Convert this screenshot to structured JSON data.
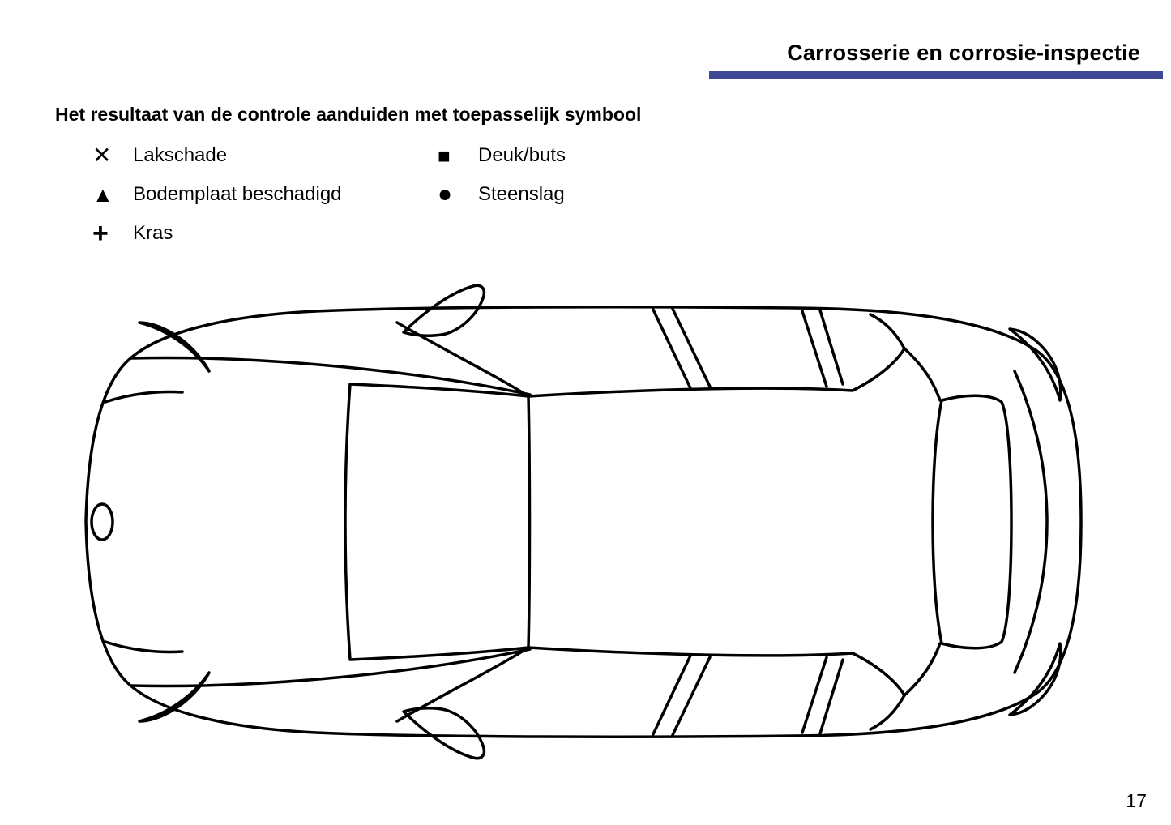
{
  "page": {
    "title": "Carrosserie en corrosie-inspectie",
    "subtitle": "Het resultaat van de controle aanduiden met toepasselijk symbool",
    "page_number": "17",
    "accent_color": "#3E4796"
  },
  "legend": {
    "column1": [
      {
        "symbol": "✕",
        "label": "Lakschade"
      },
      {
        "symbol": "▲",
        "label": "Bodemplaat beschadigd"
      },
      {
        "symbol": "+",
        "label": "Kras"
      }
    ],
    "column2": [
      {
        "symbol": "■",
        "label": "Deuk/buts"
      },
      {
        "symbol": "●",
        "label": "Steenslag"
      }
    ]
  },
  "diagram": {
    "description": "car-top-view-outline"
  }
}
